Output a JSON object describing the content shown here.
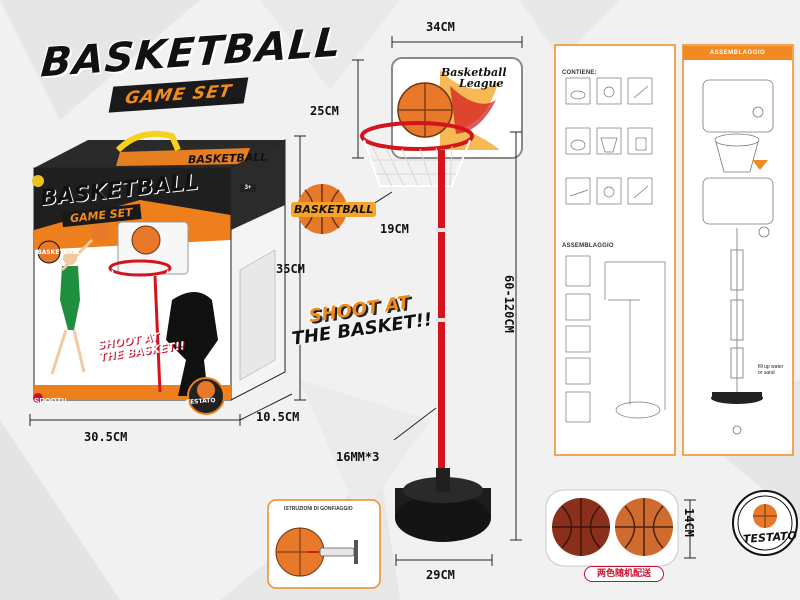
{
  "logo": {
    "title": "BASKETBALL",
    "subtitle": "GAME SET"
  },
  "box": {
    "title": "BASKETBALL",
    "subtitle": "GAME SET",
    "top_title": "BASKETBALL",
    "badge": "BASKETBALL",
    "age": "3+",
    "shoot_line1": "SHOOT AT",
    "shoot_line2": "THE BASKET!!",
    "sport": "SPORT!!",
    "testato": "TESTATO"
  },
  "dimensions": {
    "box_width": "30.5CM",
    "box_depth": "10.5CM",
    "box_height": "35CM",
    "board_width": "34CM",
    "board_height": "25CM",
    "rim": "19CM",
    "height_range": "60-120CM",
    "pole": "16MM*3",
    "base": "29CM",
    "ball": "14CM"
  },
  "center": {
    "ball_badge": "BASKETBALL",
    "shoot_line1": "SHOOT AT",
    "shoot_line2": "THE BASKET!!",
    "board_label_line1": "Basketball",
    "board_label_line2": "League"
  },
  "instructions": {
    "contents_title": "CONTIENE:",
    "assembly_small_title": "ASSEMBLAGGIO",
    "assembly_title": "ASSEMBLAGGIO",
    "fill_note": "fill up water\nor sand",
    "inflate_title": "ISTRUZIONI DI GONFIAGGIO"
  },
  "balls": {
    "caption": "两色随机配送"
  },
  "badge": {
    "testato": "TESTATO"
  },
  "colors": {
    "orange": "#f18a22",
    "red": "#c8102e",
    "dark": "#1a1a1a"
  }
}
